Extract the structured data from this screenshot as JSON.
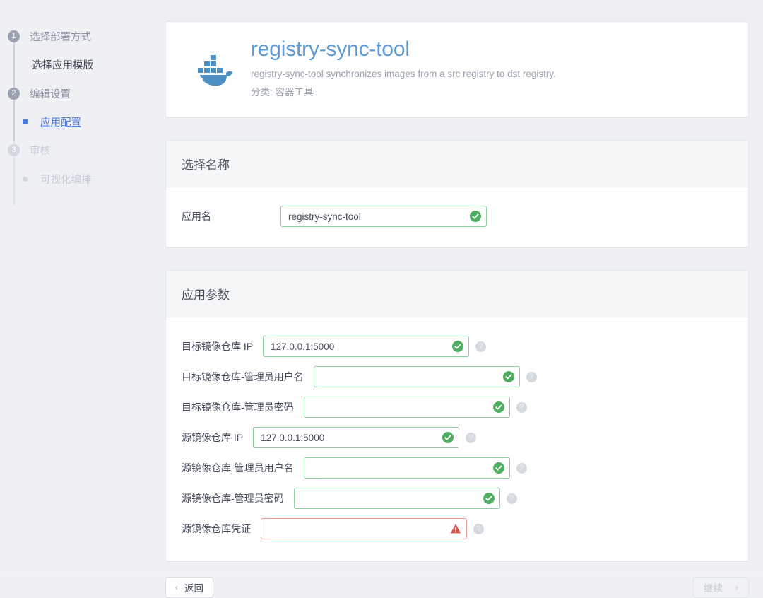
{
  "wizard": {
    "steps": [
      {
        "marker": "1",
        "label": "选择部署方式",
        "state": "done"
      },
      {
        "marker": "",
        "label": "选择应用模版",
        "state": "sub-done"
      },
      {
        "marker": "2",
        "label": "编辑设置",
        "state": "current"
      },
      {
        "marker": "",
        "label": "应用配置",
        "state": "sub-active"
      },
      {
        "marker": "3",
        "label": "审核",
        "state": "pending"
      },
      {
        "marker": "",
        "label": "可视化编排",
        "state": "sub-pending"
      }
    ]
  },
  "app": {
    "logo_icon": "docker-whale-icon",
    "title": "registry-sync-tool",
    "description": "registry-sync-tool synchronizes images from a src registry to dst registry.",
    "category_line": "分类: 容器工具"
  },
  "name_section": {
    "heading": "选择名称",
    "field": {
      "label": "应用名",
      "value": "registry-sync-tool",
      "placeholder": "",
      "status": "valid",
      "status_icon": "check-circle-icon"
    }
  },
  "params_section": {
    "heading": "应用参数",
    "help_icon": "question-circle-icon",
    "fields": [
      {
        "label": "目标镜像仓库 IP",
        "value": "127.0.0.1:5000",
        "placeholder": "",
        "status": "valid",
        "status_icon": "check-circle-icon",
        "help_icon": "question-circle-icon"
      },
      {
        "label": "目标镜像仓库-管理员用户名",
        "value": "",
        "placeholder": "",
        "status": "valid",
        "status_icon": "check-circle-icon",
        "help_icon": "question-circle-icon"
      },
      {
        "label": "目标镜像仓库-管理员密码",
        "value": "",
        "placeholder": "",
        "status": "valid",
        "status_icon": "check-circle-icon",
        "help_icon": "question-circle-icon"
      },
      {
        "label": "源镜像仓库 IP",
        "value": "127.0.0.1:5000",
        "placeholder": "",
        "status": "valid",
        "status_icon": "check-circle-icon",
        "help_icon": "question-circle-icon"
      },
      {
        "label": "源镜像仓库-管理员用户名",
        "value": "",
        "placeholder": "",
        "status": "valid",
        "status_icon": "check-circle-icon",
        "help_icon": "question-circle-icon"
      },
      {
        "label": "源镜像仓库-管理员密码",
        "value": "",
        "placeholder": "",
        "status": "valid",
        "status_icon": "check-circle-icon",
        "help_icon": "question-circle-icon"
      },
      {
        "label": "源镜像仓库凭证",
        "value": "",
        "placeholder": "",
        "status": "error",
        "status_icon": "warning-triangle-icon",
        "help_icon": "question-circle-icon"
      }
    ]
  },
  "footer": {
    "back_label": "返回",
    "back_icon": "chevron-left-icon",
    "next_label": "继续",
    "next_icon": "chevron-right-icon",
    "next_disabled": true
  },
  "colors": {
    "accent_blue": "#5c9ad8",
    "link_blue": "#4a78d8",
    "valid_green": "#4fad5f",
    "error_red": "#d9534f",
    "page_bg": "#eef0f4"
  }
}
